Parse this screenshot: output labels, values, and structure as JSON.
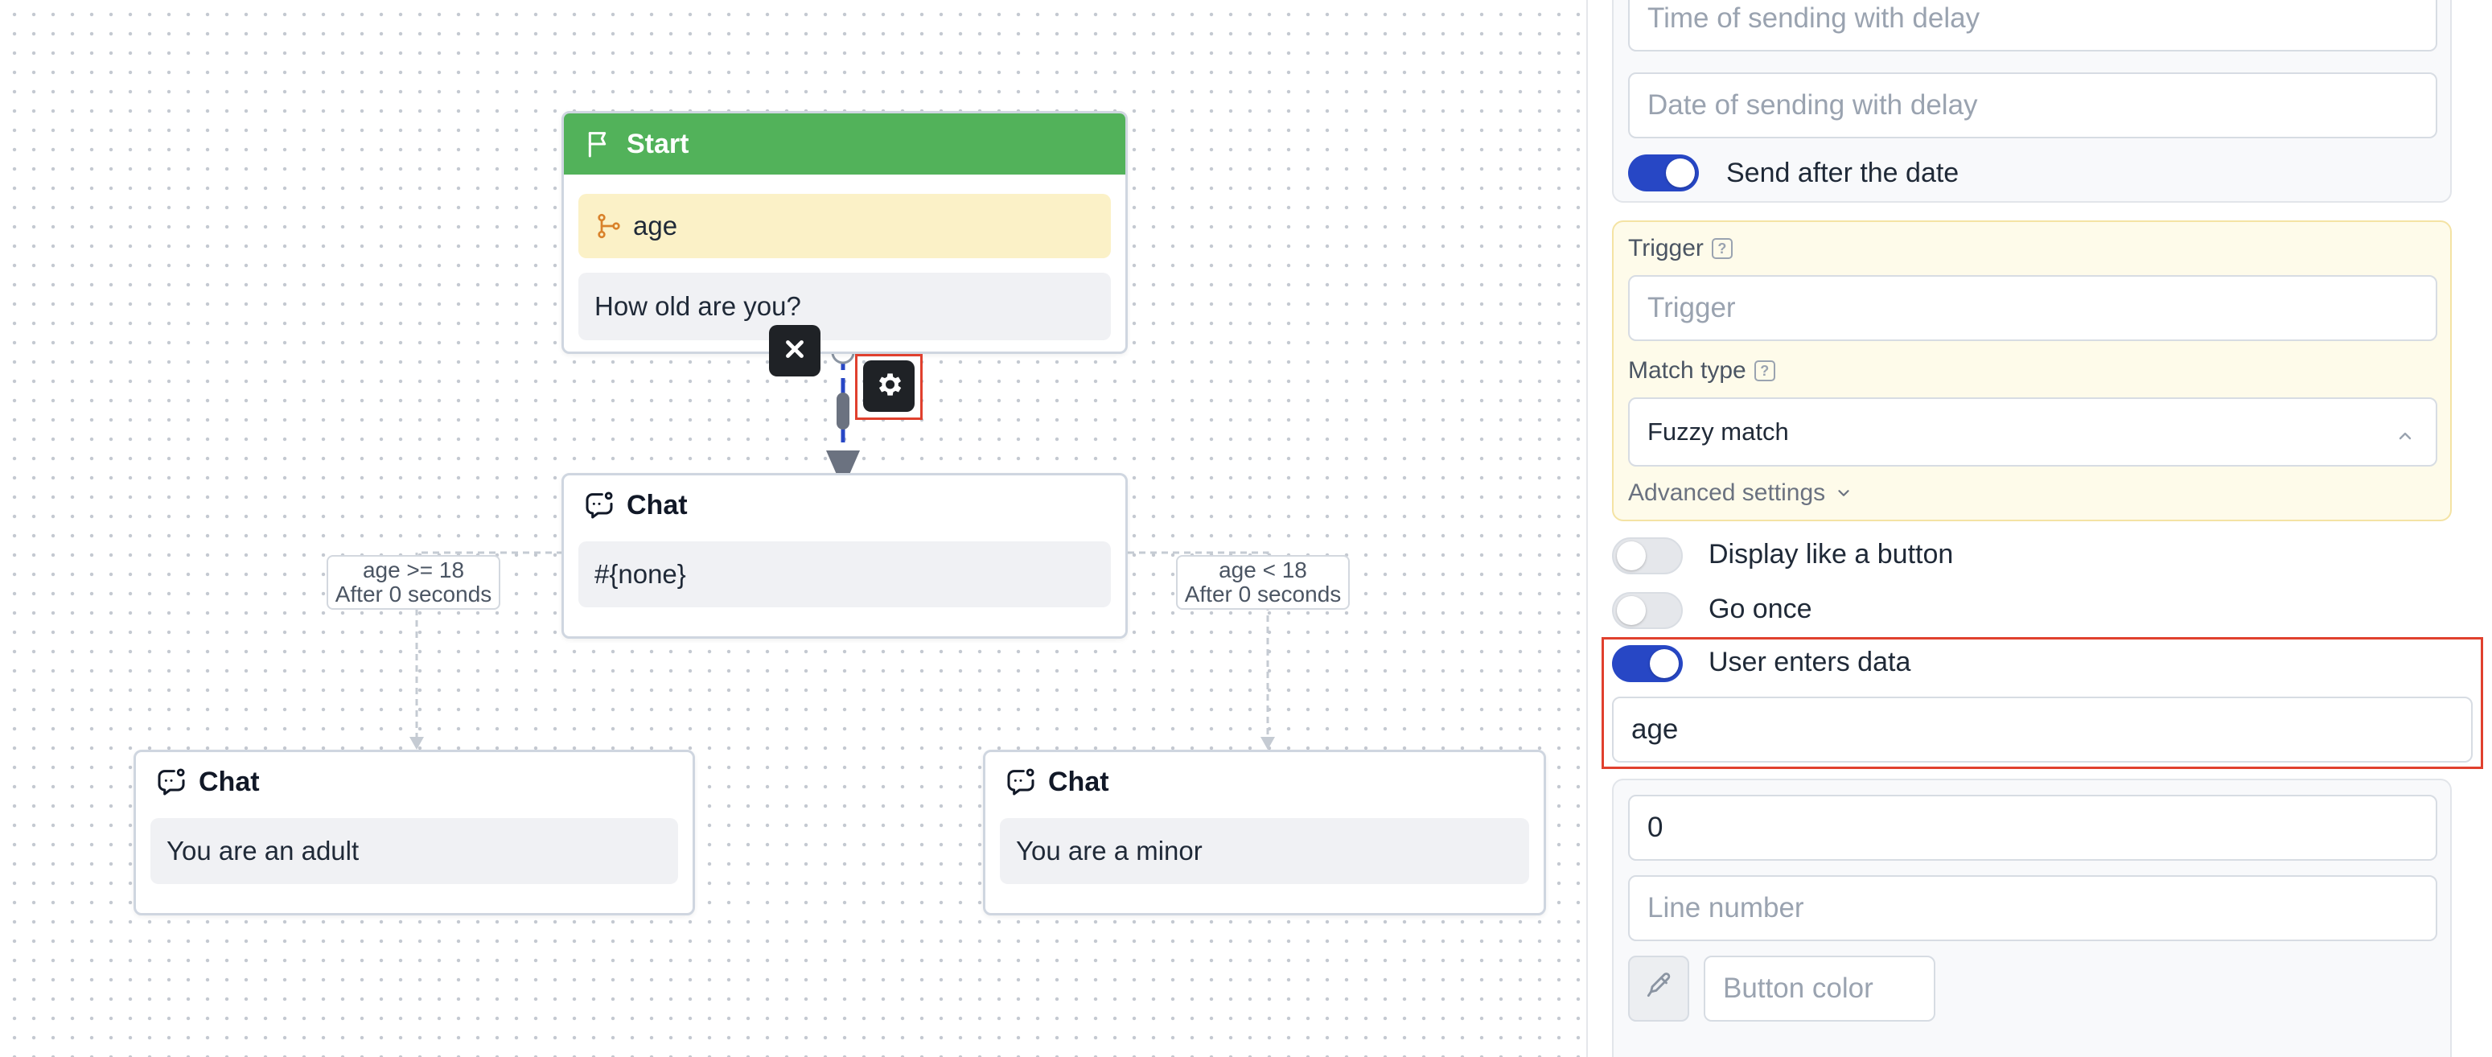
{
  "canvas": {
    "start_node": {
      "title": "Start",
      "variable": "age",
      "message": "How old are you?"
    },
    "middle_node": {
      "title": "Chat",
      "message": "#{none}"
    },
    "left_node": {
      "title": "Chat",
      "message": "You are an adult"
    },
    "right_node": {
      "title": "Chat",
      "message": "You are a minor"
    },
    "edge_left": {
      "condition": "age >= 18",
      "delay": "After 0 seconds"
    },
    "edge_right": {
      "condition": "age < 18",
      "delay": "After 0 seconds"
    },
    "icons": {
      "delete": "close-icon",
      "settings": "gear-icon",
      "flag": "flag-icon",
      "chat": "chat-icon",
      "variable": "branch-icon"
    }
  },
  "panel": {
    "time_delay_placeholder": "Time of sending with delay",
    "date_delay_placeholder": "Date of sending with delay",
    "send_after_date_label": "Send after the date",
    "send_after_date_on": true,
    "trigger_label": "Trigger",
    "trigger_placeholder": "Trigger",
    "match_type_label": "Match type",
    "match_type_value": "Fuzzy match",
    "advanced_settings": "Advanced settings",
    "display_button_label": "Display like a button",
    "display_button_on": false,
    "go_once_label": "Go once",
    "go_once_on": false,
    "user_enters_data_label": "User enters data",
    "user_enters_data_on": true,
    "user_data_variable": "age",
    "order_value": "0",
    "line_number_placeholder": "Line number",
    "button_color_placeholder": "Button color",
    "help_glyph": "?"
  },
  "colors": {
    "start_header": "#52b25a",
    "variable_bg": "#fbf1c7",
    "toggle_on": "#2747c5",
    "highlight": "#e0402e",
    "trigger_card_bg": "#fefbea"
  }
}
